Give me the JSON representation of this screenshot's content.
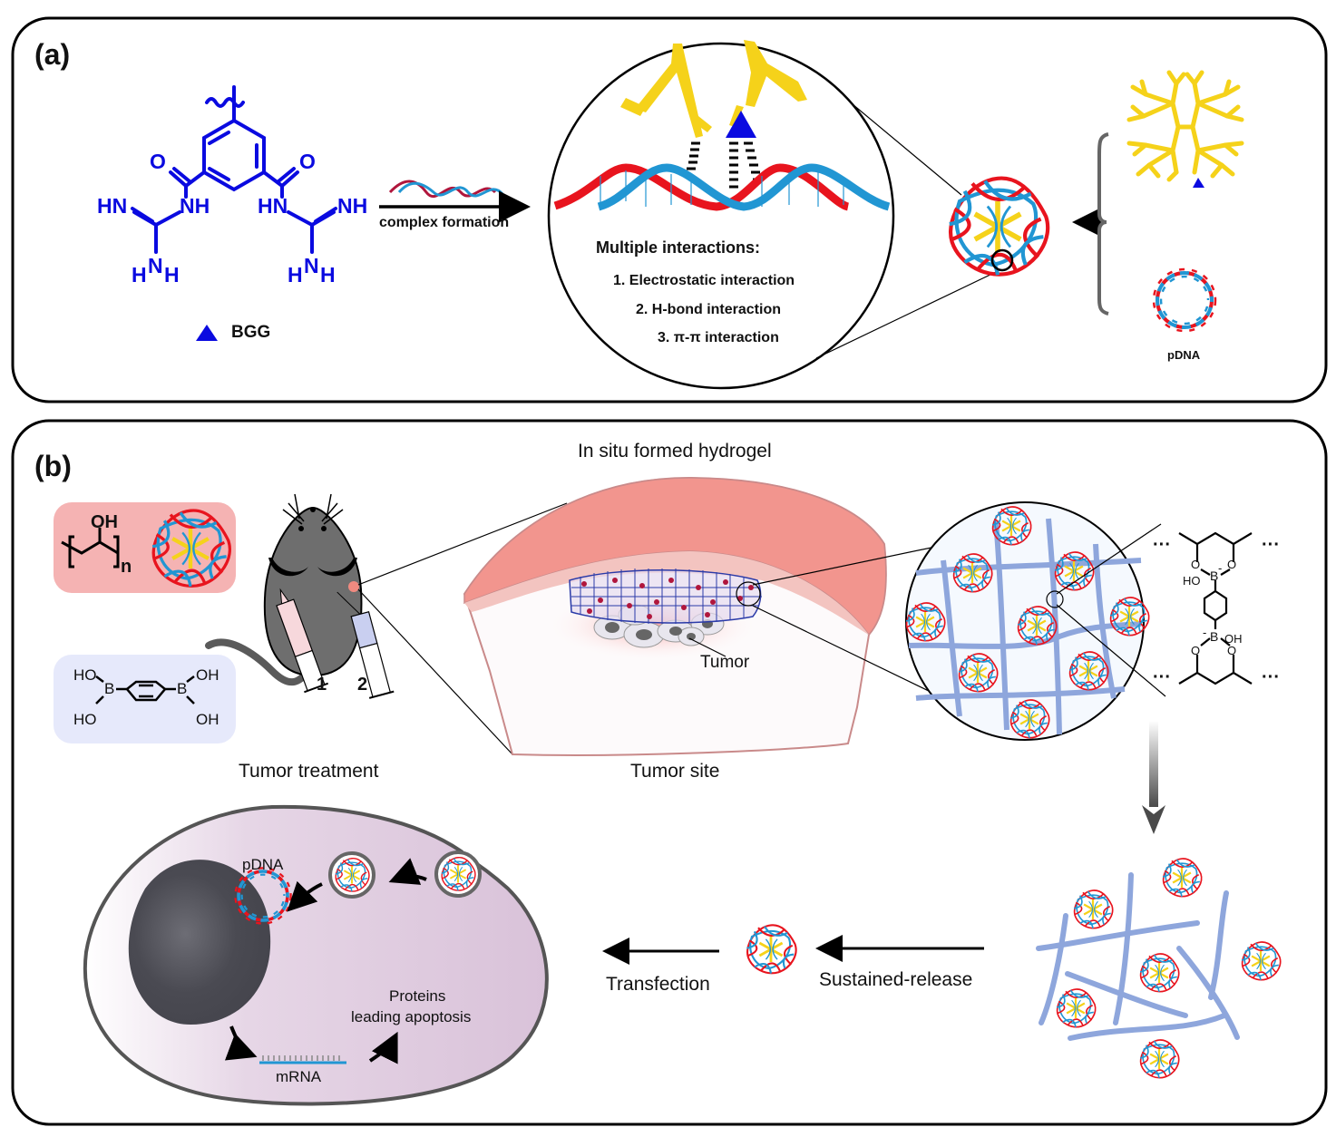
{
  "panel_a": {
    "label": "(a)",
    "bgg": {
      "name": "BGG",
      "atoms": {
        "o_left": "O",
        "o_right": "O",
        "nh_left": "NH",
        "hn_left": "HN",
        "hn_right": "HN",
        "nh_right": "NH",
        "h_left_1": "H",
        "n_left": "N",
        "h_left_2": "H",
        "h_right_1": "H",
        "n_right": "N",
        "h_right_2": "H"
      }
    },
    "arrow_label": "complex formation",
    "zoom_title": "Multiple interactions:",
    "interactions": [
      "1. Electrostatic interaction",
      "2. H-bond interaction",
      "3. π-π interaction"
    ],
    "pdna_label": "pDNA"
  },
  "panel_b": {
    "label": "(b)",
    "pva": {
      "oh": "OH",
      "n": "n"
    },
    "bdba": {
      "ho_1": "HO",
      "ho_2": "HO",
      "oh_1": "OH",
      "oh_2": "OH",
      "b1": "B",
      "b2": "B"
    },
    "syringe_labels": [
      "1",
      "2"
    ],
    "tumor_treatment": "Tumor treatment",
    "hydrogel_title": "In situ formed hydrogel",
    "tumor_label": "Tumor",
    "tumor_site": "Tumor site",
    "crosslink": {
      "o": "O",
      "b": "B",
      "ho": "HO",
      "oh": "OH",
      "minus": "-",
      "dots": "···"
    },
    "cell": {
      "pdna": "pDNA",
      "proteins_line1": "Proteins",
      "proteins_line2": "leading apoptosis",
      "mrna": "mRNA"
    },
    "transfection": "Transfection",
    "sustained_release": "Sustained-release"
  },
  "colors": {
    "bgg_blue": "#0a0ae0",
    "dendrimer_yellow": "#f5d21a",
    "dna_red": "#e8141e",
    "dna_darkred": "#b0163c",
    "dna_blue": "#2196d3",
    "pva_box": "#f5b3b3",
    "bdba_box": "#e6e9fb",
    "hydrogel_line": "#8ea6dc",
    "skin": "#f2958e",
    "cell": "#ddc7dd",
    "nucleus": "#4a4a52",
    "mouse": "#6e6e6e"
  }
}
